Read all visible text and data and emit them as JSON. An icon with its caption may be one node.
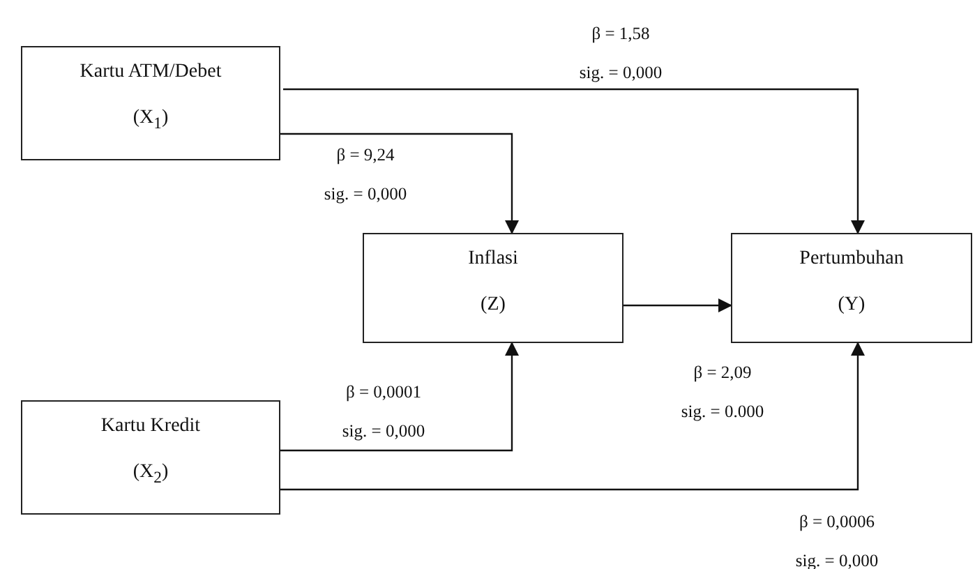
{
  "diagram": {
    "nodes": [
      {
        "text": [
          "Kartu ATM/Debet",
          "(X$_{1}$)"
        ]
      },
      {
        "text": [
          "Inflasi",
          "(Z)"
        ]
      },
      {
        "text": [
          "Pertumbuhan",
          "(Y)"
        ]
      },
      {
        "text": [
          "Kartu Kredit",
          "(X$_{2}$)"
        ]
      }
    ],
    "edges": [
      {
        "from": 0,
        "to": 1,
        "arrow": "to",
        "label": "β = 9,24 sig. = 0,000"
      },
      {
        "from": 0,
        "to": 2,
        "arrow": "to",
        "label": "β = 1,58 sig. = 0,000"
      },
      {
        "from": 3,
        "to": 1,
        "arrow": "to",
        "label": "β = 0,0001 sig. = 0,000"
      },
      {
        "from": 3,
        "to": 2,
        "arrow": "to",
        "label": "β = 0,0006 sig. = 0,000"
      },
      {
        "from": 1,
        "to": 2,
        "arrow": "to",
        "label": "β = 2,09 sig. = 0.000"
      }
    ]
  }
}
